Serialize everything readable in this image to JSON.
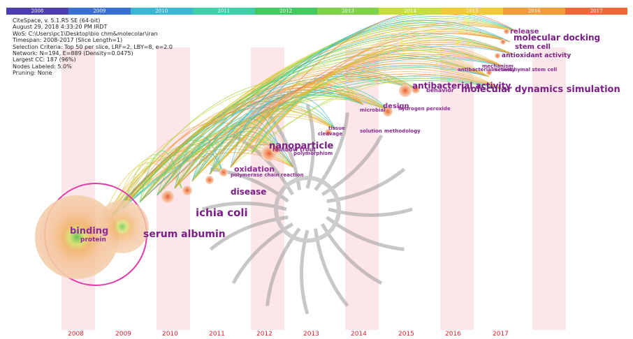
{
  "timeline": {
    "years": [
      "2008",
      "2009",
      "2010",
      "2011",
      "2012",
      "2013",
      "2014",
      "2015",
      "2016",
      "2017"
    ],
    "colors": [
      "#4b3fb0",
      "#3a6fd2",
      "#3bb7d6",
      "#3fd0a8",
      "#44c960",
      "#7ed24a",
      "#c7dd3f",
      "#f0c83a",
      "#f29a3c",
      "#ee6a3a"
    ]
  },
  "info": {
    "lines": [
      "CiteSpace, v. 5.1.R5 SE (64-bit)",
      "August 29, 2018 4:33:20 PM IRDT",
      "WoS: C:\\Users\\pc1\\Desktop\\bio chm&molecolar\\iran",
      "Timespan: 2008-2017 (Slice Length=1)",
      "Selection Criteria: Top 50 per slice, LRF=2, LBY=8, e=2.0",
      "Network: N=194, E=889 (Density=0.0475)",
      "Largest CC: 187 (96%)",
      "Nodes Labeled: 5.0%",
      "Pruning: None"
    ]
  },
  "labels": [
    {
      "text": "release",
      "color": "#8a2c92",
      "size": 10
    },
    {
      "text": "molecular docking",
      "color": "#7a1f86",
      "size": 12
    },
    {
      "text": "stem cell",
      "color": "#7a1f86",
      "size": 10
    },
    {
      "text": "antioxidant activity",
      "color": "#7a1f86",
      "size": 9
    },
    {
      "text": "mechanism",
      "color": "#8a2c92",
      "size": 7
    },
    {
      "text": "antibacterial activity",
      "color": "#8a2c92",
      "size": 7
    },
    {
      "text": "mesenchymal stem cell",
      "color": "#8a2c92",
      "size": 7
    },
    {
      "text": "molecular dynamics simulation",
      "color": "#7a1f86",
      "size": 13
    },
    {
      "text": "antibacterial activity",
      "color": "#7a1f86",
      "size": 12
    },
    {
      "text": "behavior",
      "color": "#8a2c92",
      "size": 8
    },
    {
      "text": "design",
      "color": "#8a2c92",
      "size": 10
    },
    {
      "text": "microbial",
      "color": "#8a2c92",
      "size": 7
    },
    {
      "text": "hydrogen peroxide",
      "color": "#8a2c92",
      "size": 7
    },
    {
      "text": "tissue",
      "color": "#8a2c92",
      "size": 7
    },
    {
      "text": "cleavage",
      "color": "#8a2c92",
      "size": 7
    },
    {
      "text": "solution",
      "color": "#8a2c92",
      "size": 7
    },
    {
      "text": "methodology",
      "color": "#8a2c92",
      "size": 7
    },
    {
      "text": "nanoparticle",
      "color": "#7a1f86",
      "size": 13
    },
    {
      "text": "rainbow trout",
      "color": "#8a2c92",
      "size": 8
    },
    {
      "text": "polymorphism",
      "color": "#8a2c92",
      "size": 7
    },
    {
      "text": "oxidation",
      "color": "#8a2c92",
      "size": 11
    },
    {
      "text": "polymerase chain reaction",
      "color": "#8a2c92",
      "size": 7
    },
    {
      "text": "disease",
      "color": "#7a1f86",
      "size": 12
    },
    {
      "text": "ichia coli",
      "color": "#7a1f86",
      "size": 15
    },
    {
      "text": "serum albumin",
      "color": "#7a1f86",
      "size": 14
    },
    {
      "text": "binding",
      "color": "#8a2c92",
      "size": 13
    },
    {
      "text": "protein",
      "color": "#8a2c92",
      "size": 9
    }
  ]
}
